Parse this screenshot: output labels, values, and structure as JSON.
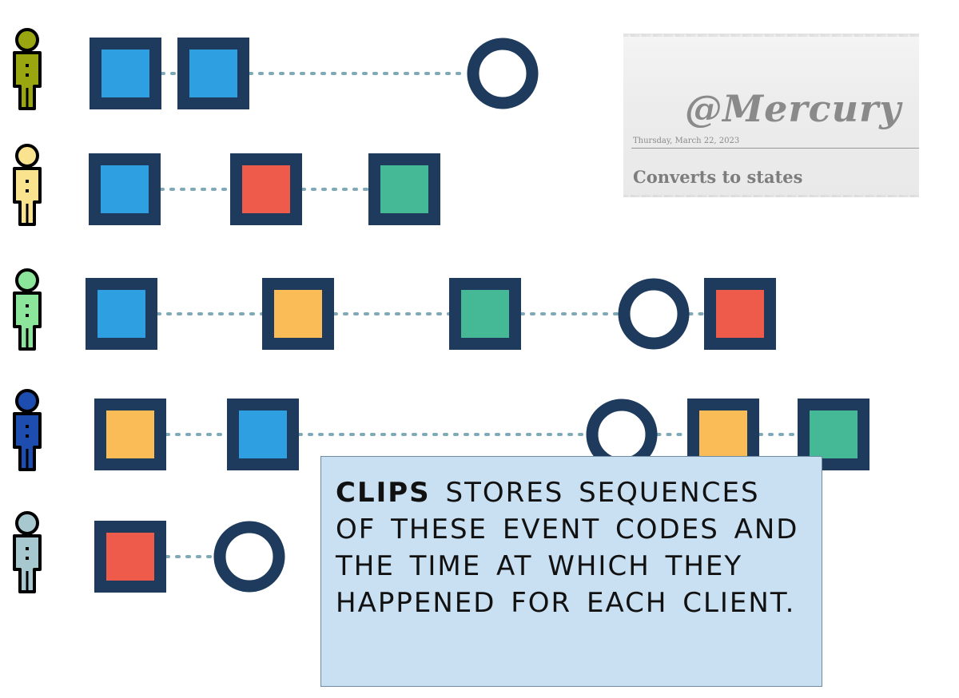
{
  "colors": {
    "frame": "#1e3a5c",
    "connector": "#7fa9b7",
    "blue": "#2e9fe0",
    "red": "#ef5b4a",
    "green": "#45b995",
    "amber": "#f9bc57",
    "fill_none": "#ffffff"
  },
  "clients": [
    {
      "person_color": "#9aa60f",
      "events": [
        {
          "type": "square",
          "color": "blue"
        },
        {
          "type": "square",
          "color": "blue"
        },
        {
          "type": "circle",
          "color": "none"
        }
      ]
    },
    {
      "person_color": "#f9e38f",
      "events": [
        {
          "type": "square",
          "color": "blue"
        },
        {
          "type": "square",
          "color": "red"
        },
        {
          "type": "square",
          "color": "green"
        }
      ]
    },
    {
      "person_color": "#8be59a",
      "events": [
        {
          "type": "square",
          "color": "blue"
        },
        {
          "type": "square",
          "color": "amber"
        },
        {
          "type": "square",
          "color": "green"
        },
        {
          "type": "circle",
          "color": "none"
        },
        {
          "type": "square",
          "color": "red"
        }
      ]
    },
    {
      "person_color": "#1e4db0",
      "events": [
        {
          "type": "square",
          "color": "amber"
        },
        {
          "type": "square",
          "color": "blue"
        },
        {
          "type": "circle",
          "color": "none"
        },
        {
          "type": "square",
          "color": "amber"
        },
        {
          "type": "square",
          "color": "green"
        }
      ]
    },
    {
      "person_color": "#a8c8cf",
      "events": [
        {
          "type": "square",
          "color": "red"
        },
        {
          "type": "circle",
          "color": "none"
        }
      ]
    }
  ],
  "newspaper": {
    "masthead": "@Mercury",
    "dateline": "Thursday, March 22, 2023",
    "headline": "Converts to states"
  },
  "callout": {
    "bold_text": "CLIPS",
    "text": " stores sequences of these event codes and the time at which they happened for each client."
  }
}
